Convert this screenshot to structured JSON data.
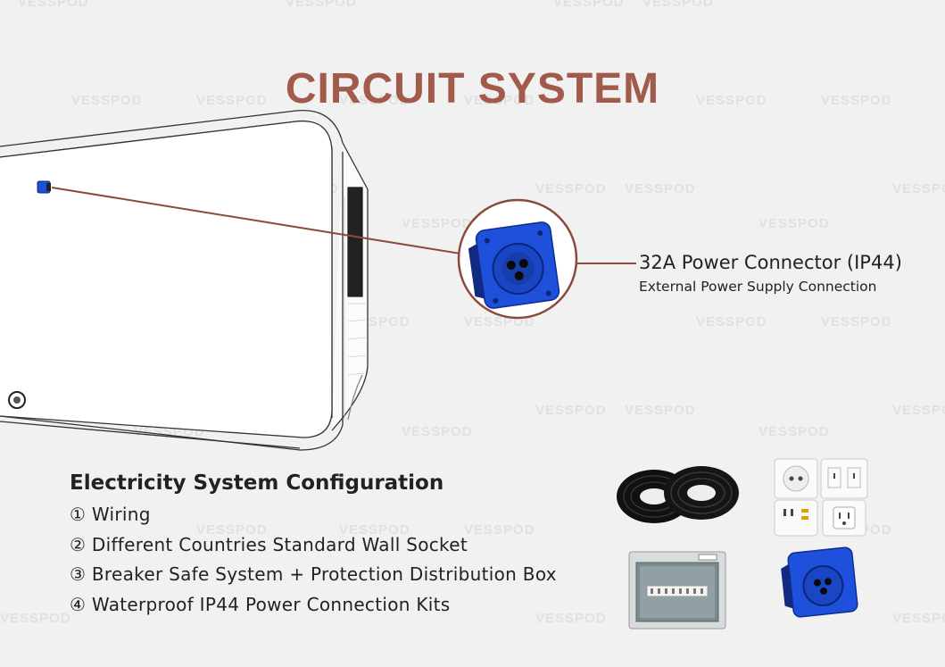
{
  "title": "CIRCUIT SYSTEM",
  "watermark": "VESSPOD",
  "callout": {
    "main": "32A Power Connector (IP44)",
    "sub": "External Power Supply Connection"
  },
  "config": {
    "heading": "Electricity System Configuration",
    "items": [
      {
        "marker": "①",
        "text": "Wiring"
      },
      {
        "marker": "②",
        "text": "Different Countries Standard Wall Socket"
      },
      {
        "marker": "③",
        "text": "Breaker Safe System + Protection Distribution Box"
      },
      {
        "marker": "④",
        "text": "Waterproof IP44 Power Connection Kits"
      }
    ]
  },
  "colors": {
    "title": "#a25a4a",
    "leader_line": "#8b4a3c",
    "connector_blue": "#1f4fd8",
    "background": "#f1f1f1"
  },
  "products": [
    "cable-coils",
    "wall-sockets",
    "distribution-box",
    "ip44-connector"
  ]
}
